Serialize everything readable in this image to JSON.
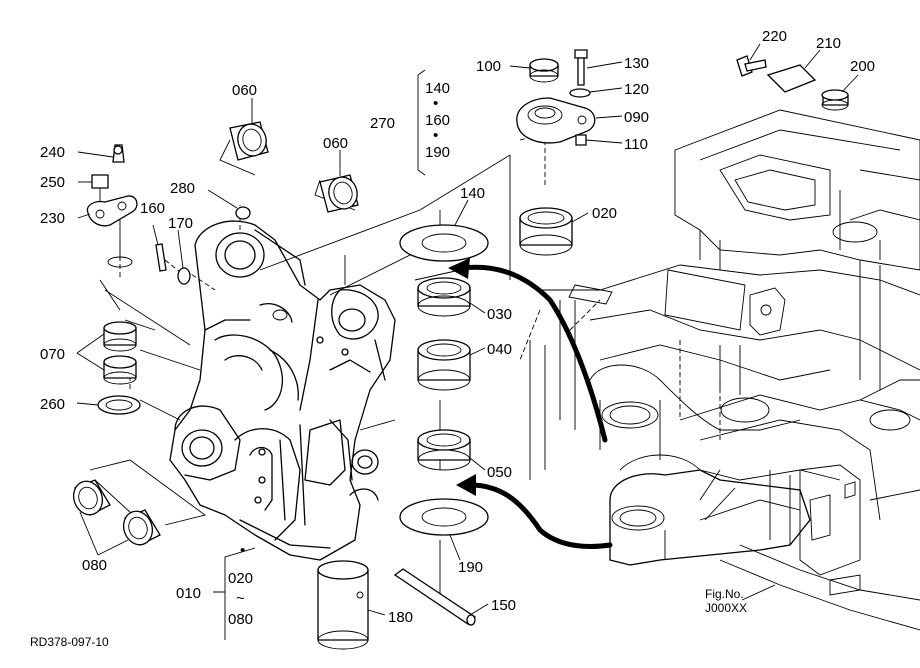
{
  "labels": {
    "l060a": "060",
    "l060b": "060",
    "l240": "240",
    "l250": "250",
    "l230": "230",
    "l160": "160",
    "l170": "170",
    "l280": "280",
    "l270": "270",
    "l140a": "140",
    "l160b": "160",
    "l190a": "190",
    "l100": "100",
    "l130": "130",
    "l120": "120",
    "l090": "090",
    "l110": "110",
    "l220": "220",
    "l210": "210",
    "l200": "200",
    "l140b": "140",
    "l020": "020",
    "l030": "030",
    "l040": "040",
    "l070": "070",
    "l260": "260",
    "l050": "050",
    "l190b": "190",
    "l080": "080",
    "l010": "010",
    "l020b": "020",
    "l080b": "080",
    "l180": "180",
    "l150": "150",
    "dot1": "•",
    "dot2": "•",
    "dot3": "•",
    "tilde": "~",
    "fig_no": "Fig.No.",
    "fig_code": "J000XX",
    "drawing_ref": "RD378-097-10"
  }
}
